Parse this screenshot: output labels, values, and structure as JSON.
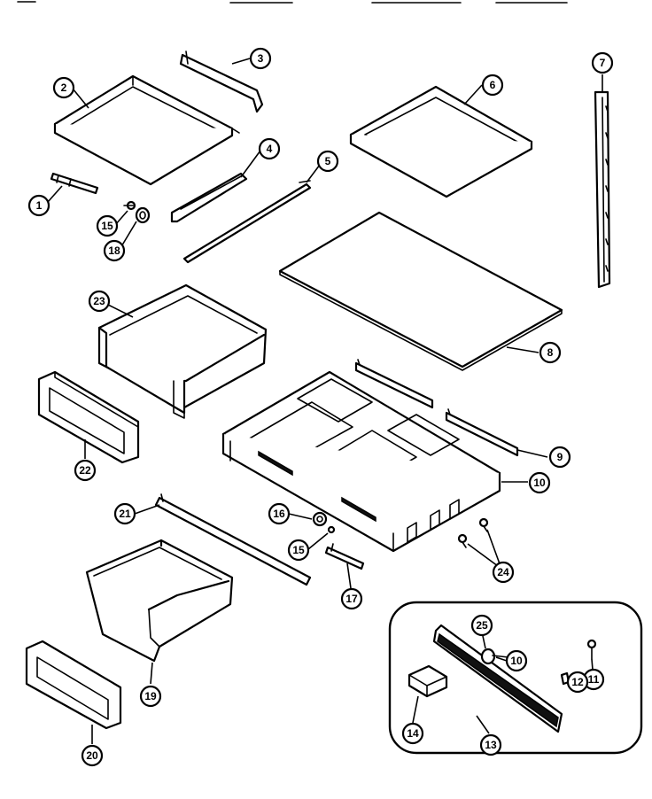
{
  "callouts": {
    "c1": "1",
    "c2": "2",
    "c3": "3",
    "c4": "4",
    "c5": "5",
    "c6": "6",
    "c7": "7",
    "c8": "8",
    "c9": "9",
    "c10a": "10",
    "c10b": "10",
    "c11": "11",
    "c12": "12",
    "c13": "13",
    "c14": "14",
    "c15a": "15",
    "c15b": "15",
    "c16": "16",
    "c17": "17",
    "c18": "18",
    "c19": "19",
    "c20": "20",
    "c21": "21",
    "c22": "22",
    "c23": "23",
    "c24": "24",
    "c25": "25"
  }
}
